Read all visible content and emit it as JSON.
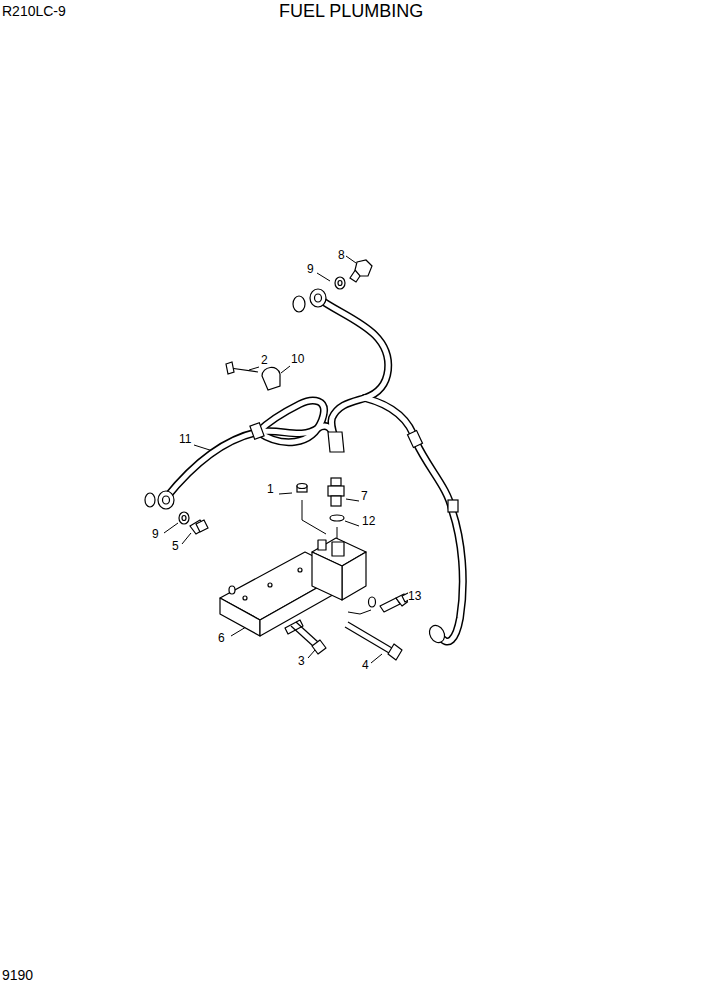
{
  "diagram": {
    "title": "FUEL PLUMBING",
    "labels": [
      "R210LC-9",
      "8",
      "9",
      "2",
      "10",
      "11",
      "1",
      "7",
      "12",
      "9",
      "5",
      "13",
      "6",
      "3",
      "4",
      "9190"
    ]
  }
}
